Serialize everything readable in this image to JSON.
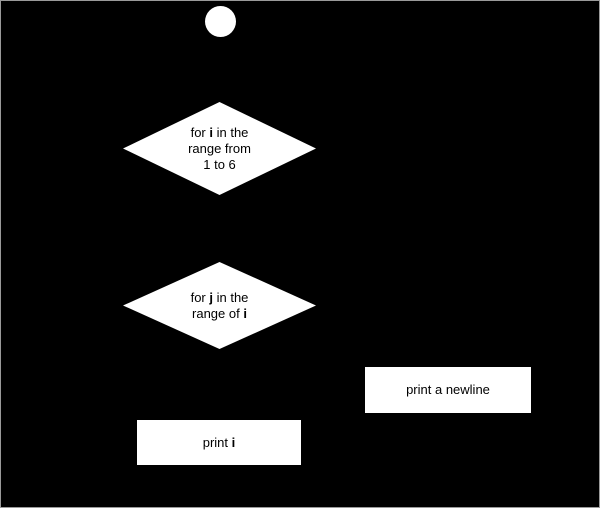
{
  "diagram": {
    "type": "flowchart",
    "background_color": "#000000",
    "shape_fill_color": "#ffffff",
    "text_color": "#000000",
    "border_color": "#9a9a9a",
    "nodes": [
      {
        "id": "start",
        "shape": "circle",
        "name": "start-node",
        "label": ""
      },
      {
        "id": "outer-loop",
        "shape": "diamond",
        "name": "decision-outer-loop",
        "label": "for i in the\nrange from\n1 to 6",
        "line1_pre": "for ",
        "line1_var": "i",
        "line1_post": " in the",
        "line2": "range from",
        "line3": "1 to 6"
      },
      {
        "id": "inner-loop",
        "shape": "diamond",
        "name": "decision-inner-loop",
        "label": "for j in the\nrange of i",
        "line1_pre": "for ",
        "line1_var": "j",
        "line1_post": " in the",
        "line2_pre": "range of ",
        "line2_var": "i"
      },
      {
        "id": "print-newline",
        "shape": "rectangle",
        "name": "process-print-newline",
        "label": "print a newline"
      },
      {
        "id": "print-i",
        "shape": "rectangle",
        "name": "process-print-i",
        "label_pre": "print ",
        "label_var": "i",
        "label": "print i"
      }
    ]
  }
}
